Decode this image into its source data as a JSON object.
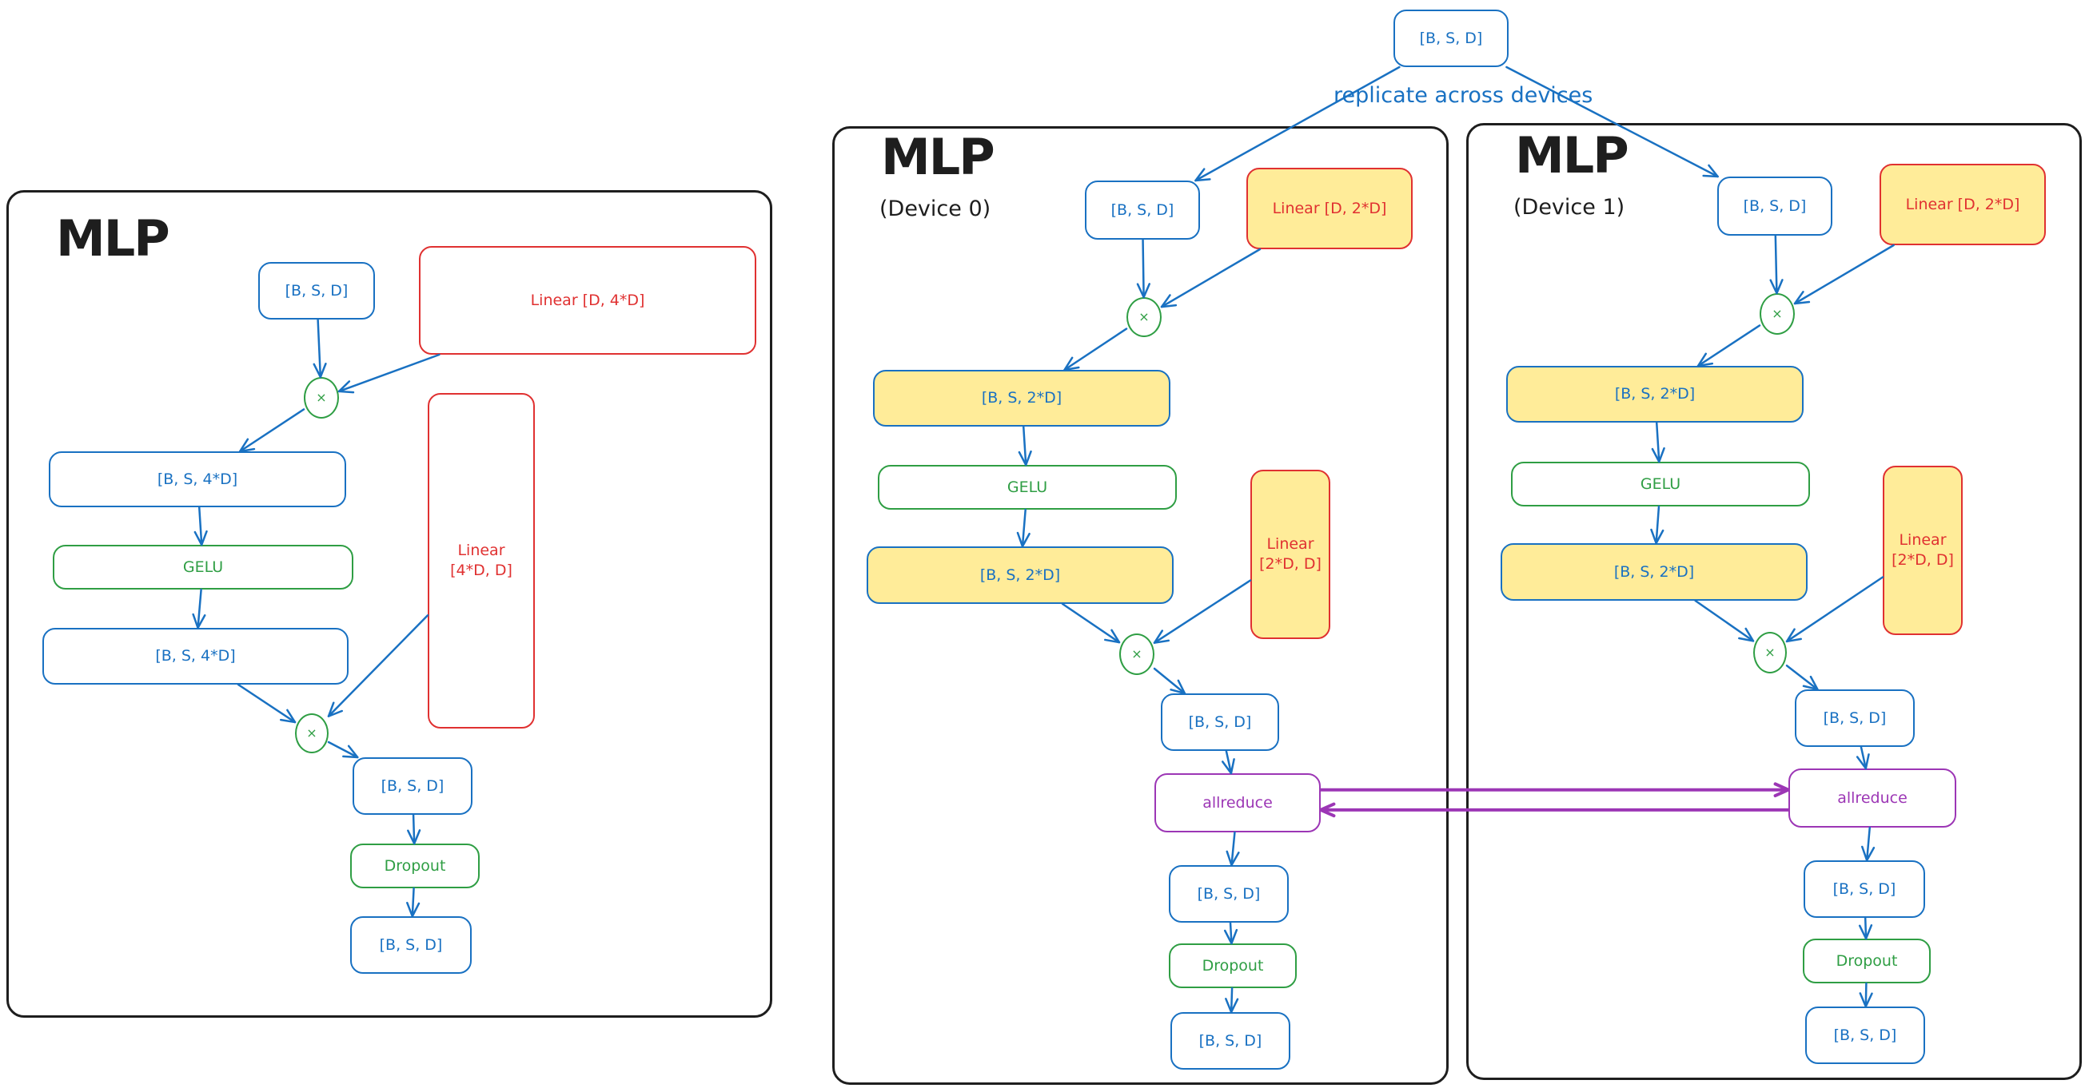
{
  "diagram": {
    "caption": "replicate across devices",
    "colors": {
      "tensor": "#1971c2",
      "op": "#2f9e44",
      "weight": "#e03131",
      "comm": "#9c36b5",
      "shard_fill": "#ffec99",
      "frame": "#1e1e1e"
    },
    "input_node": {
      "label": "[B, S, D]"
    },
    "frames": [
      {
        "title": "MLP",
        "subtitle": "",
        "nodes": {
          "input": "[B, S, D]",
          "w1": "Linear [D, 4*D]",
          "mul1": "×",
          "hidden1": "[B, S, 4*D]",
          "gelu": "GELU",
          "hidden2": "[B, S, 4*D]",
          "w2": "Linear\n[4*D, D]",
          "mul2": "×",
          "out1": "[B, S, D]",
          "dropout": "Dropout",
          "out2": "[B, S, D]"
        }
      },
      {
        "title": "MLP",
        "subtitle": "(Device 0)",
        "nodes": {
          "input": "[B, S, D]",
          "w1": "Linear [D, 2*D]",
          "mul1": "×",
          "hidden1": "[B, S, 2*D]",
          "gelu": "GELU",
          "hidden2": "[B, S, 2*D]",
          "w2": "Linear\n[2*D, D]",
          "mul2": "×",
          "partial": "[B, S, D]",
          "allreduce": "allreduce",
          "out1": "[B, S, D]",
          "dropout": "Dropout",
          "out2": "[B, S, D]"
        }
      },
      {
        "title": "MLP",
        "subtitle": "(Device 1)",
        "nodes": {
          "input": "[B, S, D]",
          "w1": "Linear [D, 2*D]",
          "mul1": "×",
          "hidden1": "[B, S, 2*D]",
          "gelu": "GELU",
          "hidden2": "[B, S, 2*D]",
          "w2": "Linear\n[2*D, D]",
          "mul2": "×",
          "partial": "[B, S, D]",
          "allreduce": "allreduce",
          "out1": "[B, S, D]",
          "dropout": "Dropout",
          "out2": "[B, S, D]"
        }
      }
    ],
    "edges": [
      [
        "top-input",
        "f1-input"
      ],
      [
        "top-input",
        "f2-input"
      ],
      [
        "f0-input",
        "f0-mul1"
      ],
      [
        "f0-w1",
        "f0-mul1"
      ],
      [
        "f0-mul1",
        "f0-hidden1"
      ],
      [
        "f0-hidden1",
        "f0-gelu"
      ],
      [
        "f0-gelu",
        "f0-hidden2"
      ],
      [
        "f0-hidden2",
        "f0-mul2"
      ],
      [
        "f0-w2",
        "f0-mul2"
      ],
      [
        "f0-mul2",
        "f0-out1"
      ],
      [
        "f0-out1",
        "f0-dropout"
      ],
      [
        "f0-dropout",
        "f0-out2"
      ],
      [
        "f1-input",
        "f1-mul1"
      ],
      [
        "f1-w1",
        "f1-mul1"
      ],
      [
        "f1-mul1",
        "f1-hidden1"
      ],
      [
        "f1-hidden1",
        "f1-gelu"
      ],
      [
        "f1-gelu",
        "f1-hidden2"
      ],
      [
        "f1-hidden2",
        "f1-mul2"
      ],
      [
        "f1-w2",
        "f1-mul2"
      ],
      [
        "f1-mul2",
        "f1-partial"
      ],
      [
        "f1-partial",
        "f1-allreduce"
      ],
      [
        "f1-allreduce",
        "f1-out1"
      ],
      [
        "f1-out1",
        "f1-dropout"
      ],
      [
        "f1-dropout",
        "f1-out2"
      ],
      [
        "f2-input",
        "f2-mul1"
      ],
      [
        "f2-w1",
        "f2-mul1"
      ],
      [
        "f2-mul1",
        "f2-hidden1"
      ],
      [
        "f2-hidden1",
        "f2-gelu"
      ],
      [
        "f2-gelu",
        "f2-hidden2"
      ],
      [
        "f2-hidden2",
        "f2-mul2"
      ],
      [
        "f2-w2",
        "f2-mul2"
      ],
      [
        "f2-mul2",
        "f2-partial"
      ],
      [
        "f2-partial",
        "f2-allreduce"
      ],
      [
        "f2-allreduce",
        "f2-out1"
      ],
      [
        "f2-out1",
        "f2-dropout"
      ],
      [
        "f2-dropout",
        "f2-out2"
      ]
    ],
    "comm_edges": [
      [
        "f1-allreduce",
        "f2-allreduce"
      ],
      [
        "f2-allreduce",
        "f1-allreduce"
      ]
    ]
  }
}
